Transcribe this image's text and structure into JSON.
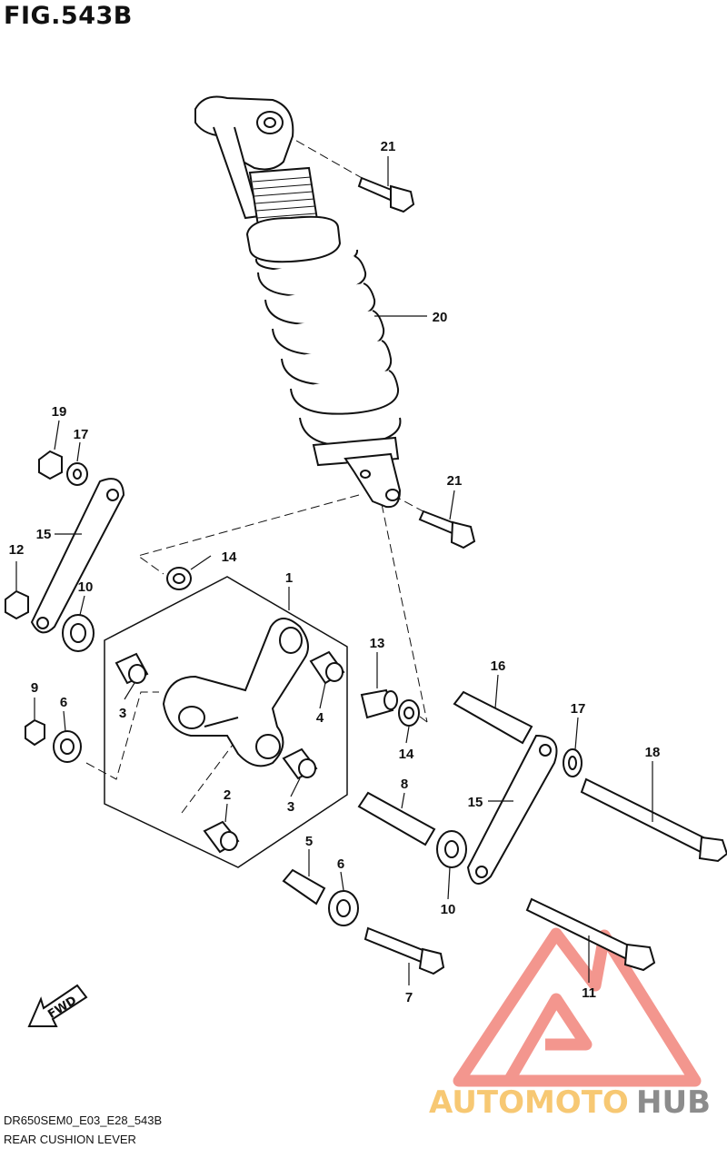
{
  "figure": {
    "title": "FIG.543B",
    "code": "DR650SEM0_E03_E28_543B",
    "caption": "REAR CUSHION LEVER"
  },
  "fwd_arrow": {
    "label": "FWD"
  },
  "watermark": {
    "brand_part1": "AUTOMOTO",
    "brand_part2": "HUB",
    "colors": {
      "mark": "#f28b82",
      "part1": "#f7c873",
      "part2": "#8c8c8c"
    }
  },
  "callouts": [
    {
      "id": "c1",
      "label": "1"
    },
    {
      "id": "c2",
      "label": "2"
    },
    {
      "id": "c3a",
      "label": "3"
    },
    {
      "id": "c3b",
      "label": "3"
    },
    {
      "id": "c4",
      "label": "4"
    },
    {
      "id": "c5",
      "label": "5"
    },
    {
      "id": "c6a",
      "label": "6"
    },
    {
      "id": "c6b",
      "label": "6"
    },
    {
      "id": "c7",
      "label": "7"
    },
    {
      "id": "c8",
      "label": "8"
    },
    {
      "id": "c9",
      "label": "9"
    },
    {
      "id": "c10a",
      "label": "10"
    },
    {
      "id": "c10b",
      "label": "10"
    },
    {
      "id": "c11",
      "label": "11"
    },
    {
      "id": "c12",
      "label": "12"
    },
    {
      "id": "c13",
      "label": "13"
    },
    {
      "id": "c14a",
      "label": "14"
    },
    {
      "id": "c14b",
      "label": "14"
    },
    {
      "id": "c15a",
      "label": "15"
    },
    {
      "id": "c15b",
      "label": "15"
    },
    {
      "id": "c16",
      "label": "16"
    },
    {
      "id": "c17a",
      "label": "17"
    },
    {
      "id": "c17b",
      "label": "17"
    },
    {
      "id": "c18",
      "label": "18"
    },
    {
      "id": "c19",
      "label": "19"
    },
    {
      "id": "c20",
      "label": "20"
    },
    {
      "id": "c21a",
      "label": "21"
    },
    {
      "id": "c21b",
      "label": "21"
    }
  ]
}
